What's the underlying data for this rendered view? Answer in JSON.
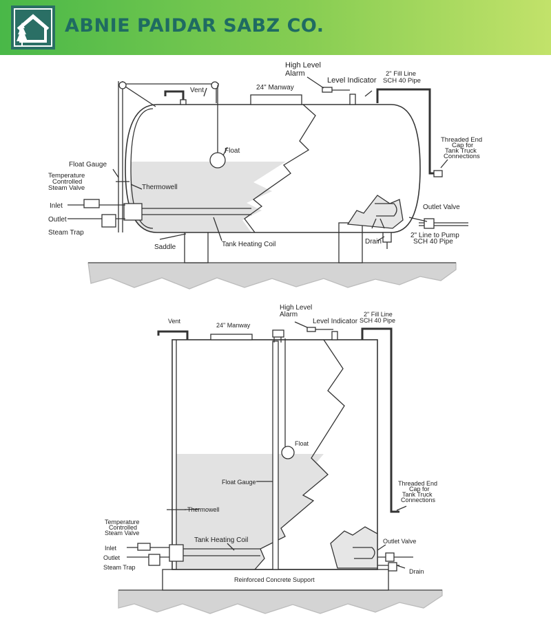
{
  "header": {
    "brand": "ABNIE PAIDAR SABZ CO."
  },
  "colors": {
    "header_start": "#49b848",
    "header_end": "#c2e26a",
    "brand_text": "#1f6b62",
    "logo_frame": "#2a6f65",
    "liquid": "#e2e2e2",
    "ground": "#d4d4d4"
  },
  "icons": [
    "house-tree-logo"
  ],
  "horizontal_tank": {
    "labels": {
      "high_level_alarm_1": "High Level",
      "high_level_alarm_2": "Alarm",
      "level_indicator": "Level Indicator",
      "fill_line_1": "2\" Fill Line",
      "fill_line_2": "SCH 40 Pipe",
      "vent": "Vent",
      "manway": "24\" Manway",
      "float": "Float",
      "float_gauge": "Float Gauge",
      "threaded_1": "Threaded End",
      "threaded_2": "Cap for",
      "threaded_3": "Tank Truck",
      "threaded_4": "Connections",
      "temp_valve_1": "Temperature",
      "temp_valve_2": "Controlled",
      "temp_valve_3": "Steam Valve",
      "thermowell": "Thermowell",
      "inlet": "Inlet",
      "outlet": "Outlet",
      "steam_trap": "Steam Trap",
      "saddle": "Saddle",
      "heating_coil": "Tank Heating Coil",
      "outlet_valve": "Outlet Valve",
      "drain": "Drain",
      "line_pump_1": "2\" Line to Pump",
      "line_pump_2": "SCH 40 Pipe"
    }
  },
  "vertical_tank": {
    "labels": {
      "high_level_alarm_1": "High Level",
      "high_level_alarm_2": "Alarm",
      "level_indicator": "Level Indicator",
      "fill_line_1": "2\" Fill Line",
      "fill_line_2": "SCH 40 Pipe",
      "vent": "Vent",
      "manway": "24\" Manway",
      "float": "Float",
      "float_gauge": "Float Gauge",
      "threaded_1": "Threaded End",
      "threaded_2": "Cap for",
      "threaded_3": "Tank Truck",
      "threaded_4": "Connections",
      "thermowell": "Thermowell",
      "temp_valve_1": "Temperature",
      "temp_valve_2": "Controlled",
      "temp_valve_3": "Steam Valve",
      "inlet": "Inlet",
      "outlet": "Outlet",
      "steam_trap": "Steam Trap",
      "heating_coil": "Tank Heating Coil",
      "outlet_valve": "Outlet Valve",
      "drain": "Drain",
      "support": "Reinforced Concrete Support"
    }
  }
}
